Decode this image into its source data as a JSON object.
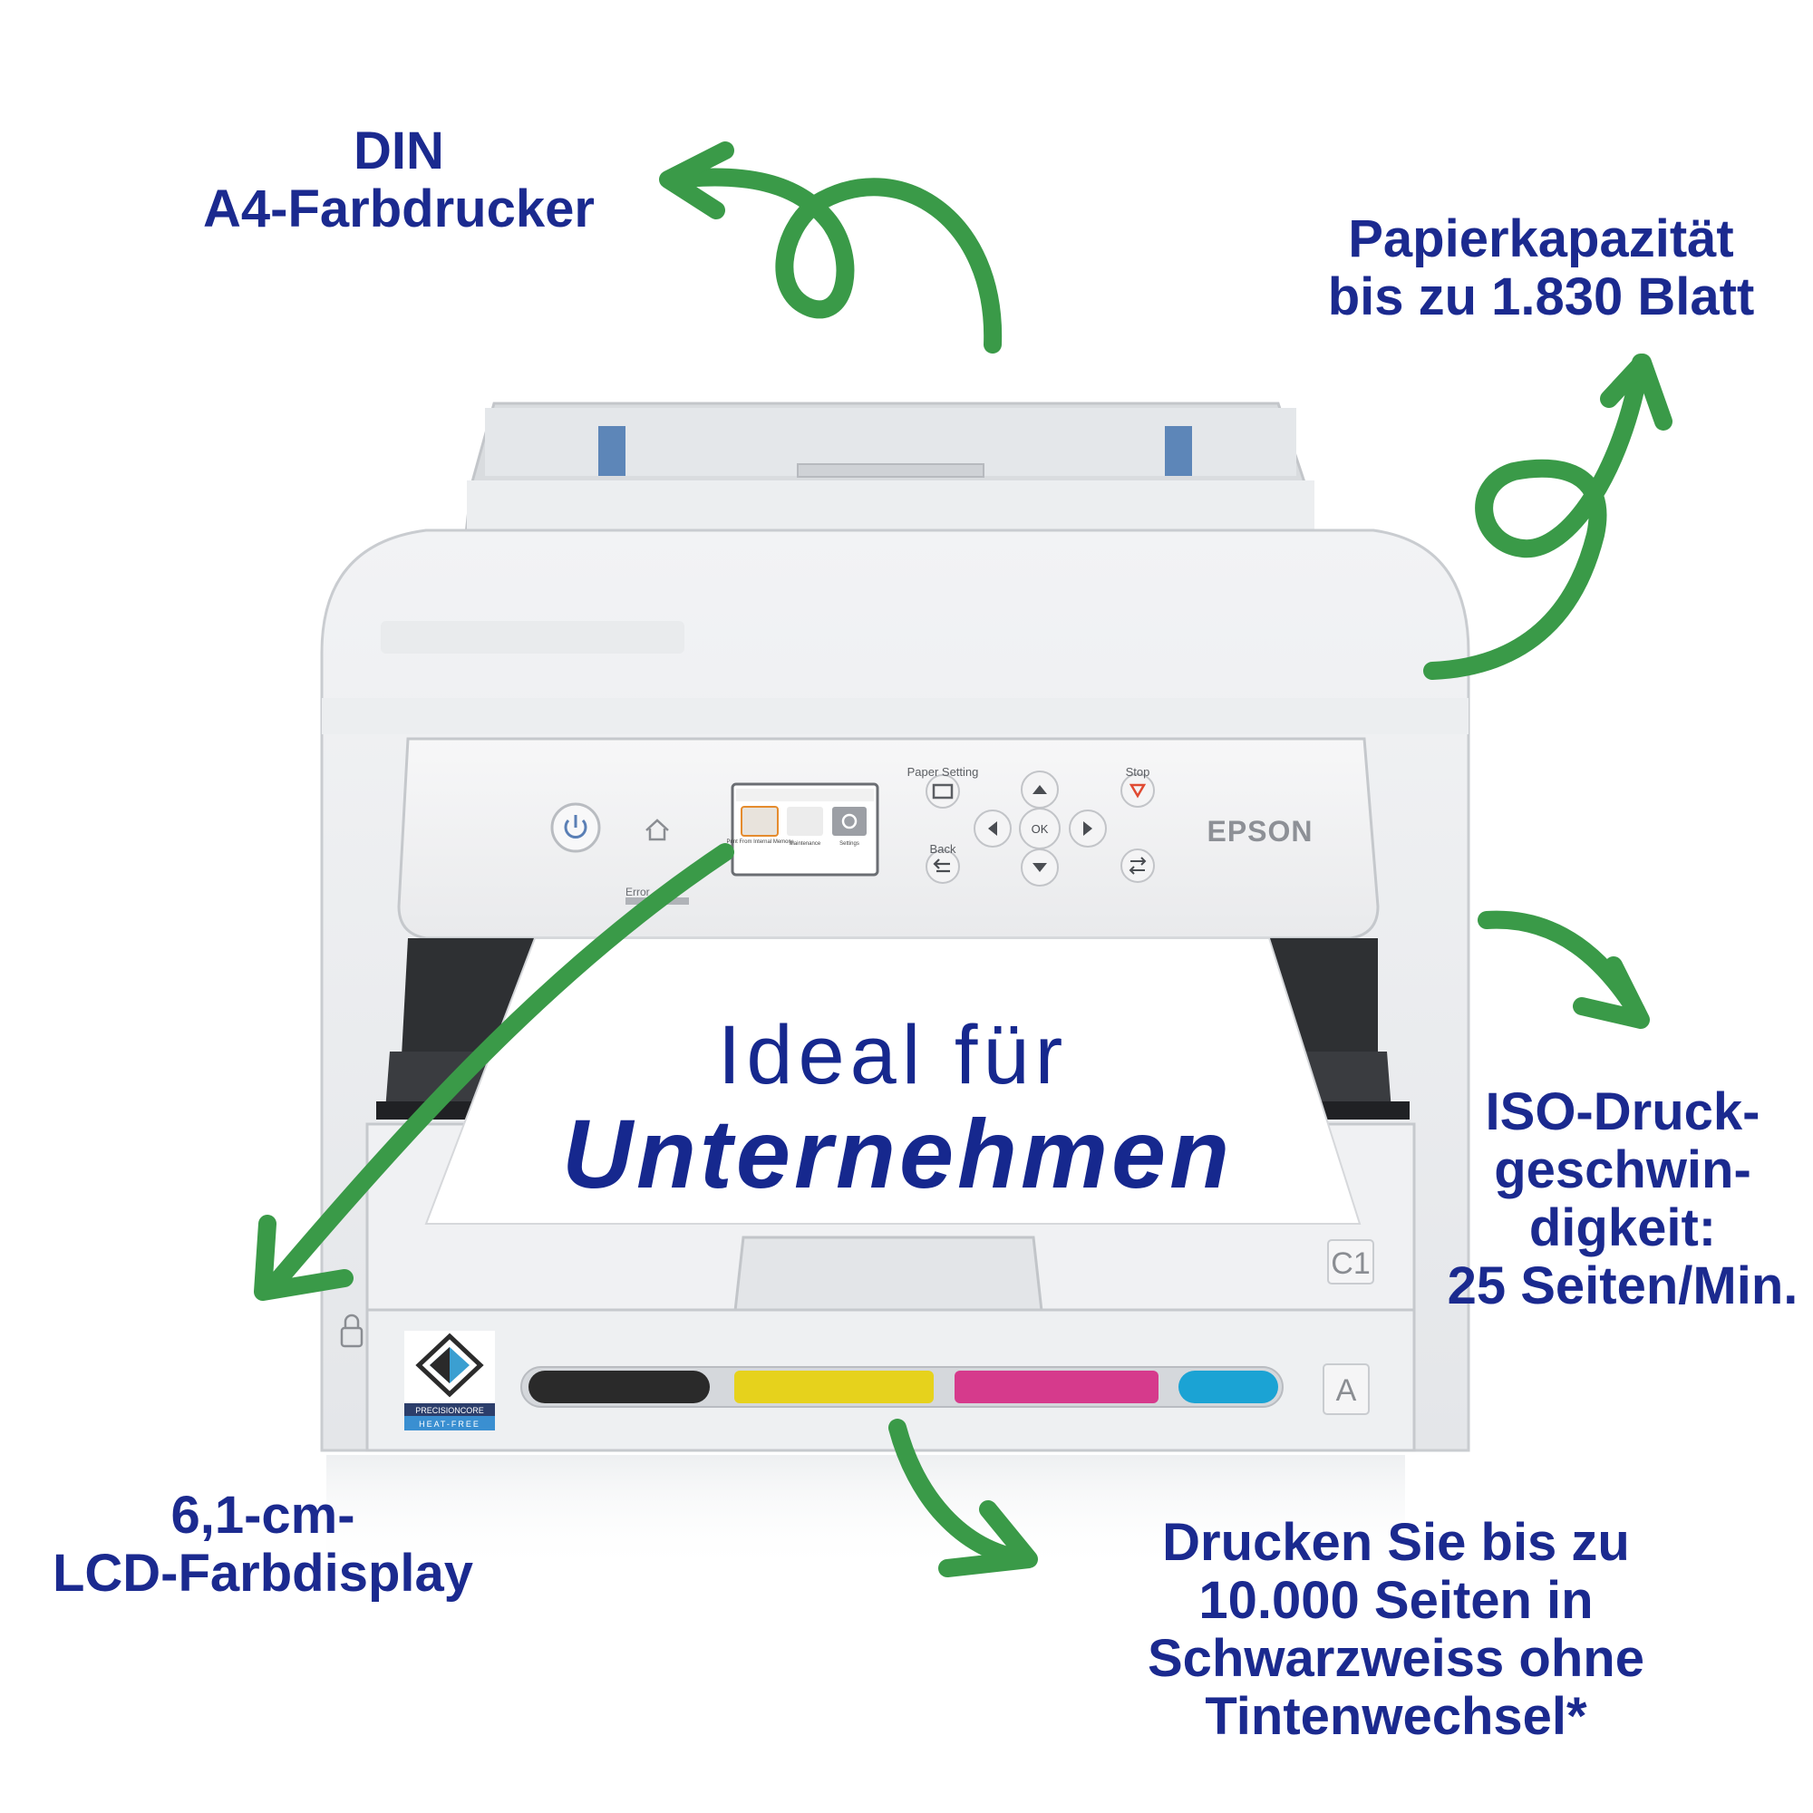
{
  "callouts": {
    "din": [
      "DIN",
      "A4-Farbdrucker"
    ],
    "paper": [
      "Papierkapazität",
      "bis zu 1.830 Blatt"
    ],
    "iso": [
      "ISO-Druck-",
      "geschwin-",
      "digkeit:",
      "25 Seiten/Min."
    ],
    "lcd": [
      "6,1-cm-",
      "LCD-Farbdisplay"
    ],
    "pages": [
      "Drucken Sie bis zu",
      "10.000 Seiten in",
      "Schwarzweiss ohne",
      "Tintenwechsel*"
    ]
  },
  "paper_sheet": {
    "line1": "Ideal für",
    "line2": "Unternehmen"
  },
  "printer": {
    "brand": "EPSON",
    "panel_labels": {
      "paper_setting": "Paper Setting",
      "stop": "Stop",
      "back": "Back",
      "ok": "OK",
      "error": "Error"
    },
    "lcd_tiles": [
      "Print From Internal Memory",
      "Maintenance",
      "Settings"
    ],
    "tray_labels": {
      "c1": "C1",
      "a": "A"
    },
    "badge": {
      "line1": "PRECISIONCORE",
      "line2": "HEAT-FREE"
    }
  },
  "colors": {
    "accent_text": "#1b2a8f",
    "arrow_green": "#3a9a48",
    "ink_black": "#2a2a2a",
    "ink_yellow": "#e6d21c",
    "ink_magenta": "#d63a8c",
    "ink_cyan": "#1ba3d4"
  },
  "icons": [
    "power-icon",
    "home-icon",
    "paper-tray-icon",
    "stop-icon",
    "back-icon",
    "arrow-up-icon",
    "arrow-down-icon",
    "arrow-left-icon",
    "arrow-right-icon",
    "swap-icon",
    "lock-icon"
  ]
}
